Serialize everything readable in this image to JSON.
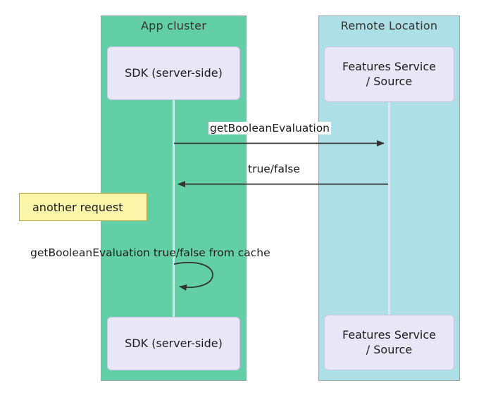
{
  "diagram": {
    "type": "sequence-diagram",
    "background": "#ffffff",
    "groups": [
      {
        "id": "app-cluster",
        "title": "App cluster",
        "color": "#62cfa6",
        "participant_top": "SDK (server-side)",
        "participant_bottom": "SDK (server-side)"
      },
      {
        "id": "remote-location",
        "title": "Remote Location",
        "color": "#addfe6",
        "participant_top": "Features Service\n/ Source",
        "participant_bottom": "Features Service\n/ Source"
      }
    ],
    "messages": [
      {
        "id": "msg-get-boolean-evaluation",
        "label": "getBooleanEvaluation",
        "direction": "right",
        "from": "app-cluster",
        "to": "remote-location"
      },
      {
        "id": "msg-true-false",
        "label": "true/false",
        "direction": "left",
        "from": "remote-location",
        "to": "app-cluster"
      },
      {
        "id": "msg-self-cache",
        "label": "getBooleanEvaluation true/false from cache",
        "direction": "self",
        "from": "app-cluster",
        "to": "app-cluster"
      }
    ],
    "note": {
      "id": "note-another-request",
      "text": "another request",
      "fill": "#faf5a8",
      "border": "#b3a843"
    },
    "colors": {
      "arrow": "#333333",
      "lifeline": "#e6e2f5",
      "participant_fill": "#e8e6f7",
      "participant_border": "#c9c6e4",
      "group_border": "#9aa3a8"
    }
  }
}
